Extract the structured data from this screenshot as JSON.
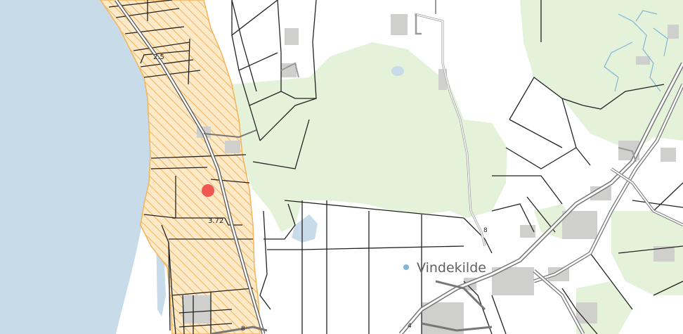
{
  "map": {
    "place_label": "Vindekilde",
    "parcel_labels": [
      "2.5",
      "3.72"
    ],
    "road_labels": [
      "8",
      "4",
      "8"
    ],
    "colors": {
      "water": "#c8dbe9",
      "forest": "#e5f2da",
      "hatch": "#f3b45a",
      "hatch_fill": "#fbe9c8",
      "buildings": "#cfcfcd",
      "parcel_lines": "#222222",
      "road": "#9a9a9a",
      "marker": "#ee4b4b",
      "stream": "#7fb6d6"
    },
    "icons": [
      "location-marker-icon",
      "place-dot-icon"
    ]
  }
}
